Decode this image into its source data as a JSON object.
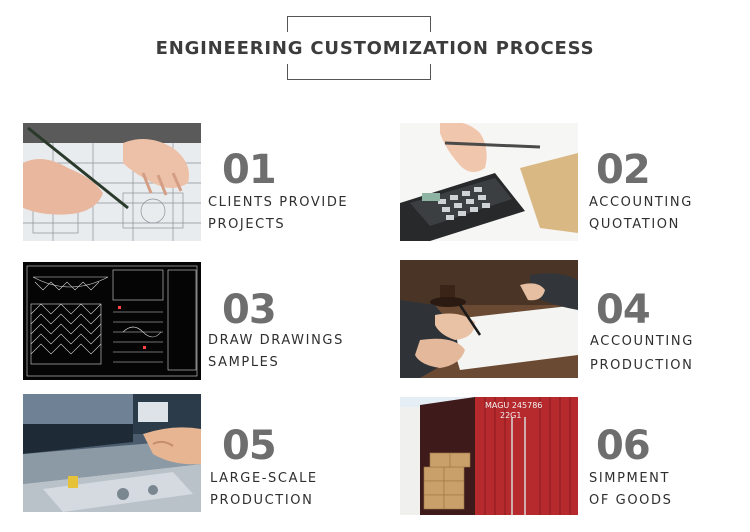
{
  "header": {
    "title": "ENGINEERING CUSTOMIZATION PROCESS"
  },
  "steps": [
    {
      "number": "01",
      "line1": "CLIENTS PROVIDE",
      "line2": "PROJECTS",
      "image": "hand-drawing-blueprint-photo"
    },
    {
      "number": "02",
      "line1": "ACCOUNTING",
      "line2": "QUOTATION",
      "image": "calculator-pen-photo"
    },
    {
      "number": "03",
      "line1": "DRAW DRAWINGS",
      "line2": "SAMPLES",
      "image": "cad-drawing-photo"
    },
    {
      "number": "04",
      "line1": "ACCOUNTING",
      "line2": "PRODUCTION",
      "image": "contract-signing-photo"
    },
    {
      "number": "05",
      "line1": "LARGE-SCALE",
      "line2": "PRODUCTION",
      "image": "press-brake-photo"
    },
    {
      "number": "06",
      "line1": "SIMPMENT",
      "line2": "OF GOODS",
      "image": "shipping-container-photo"
    }
  ],
  "container_text": {
    "line1": "MAGU 245786",
    "line2": "22G1"
  }
}
